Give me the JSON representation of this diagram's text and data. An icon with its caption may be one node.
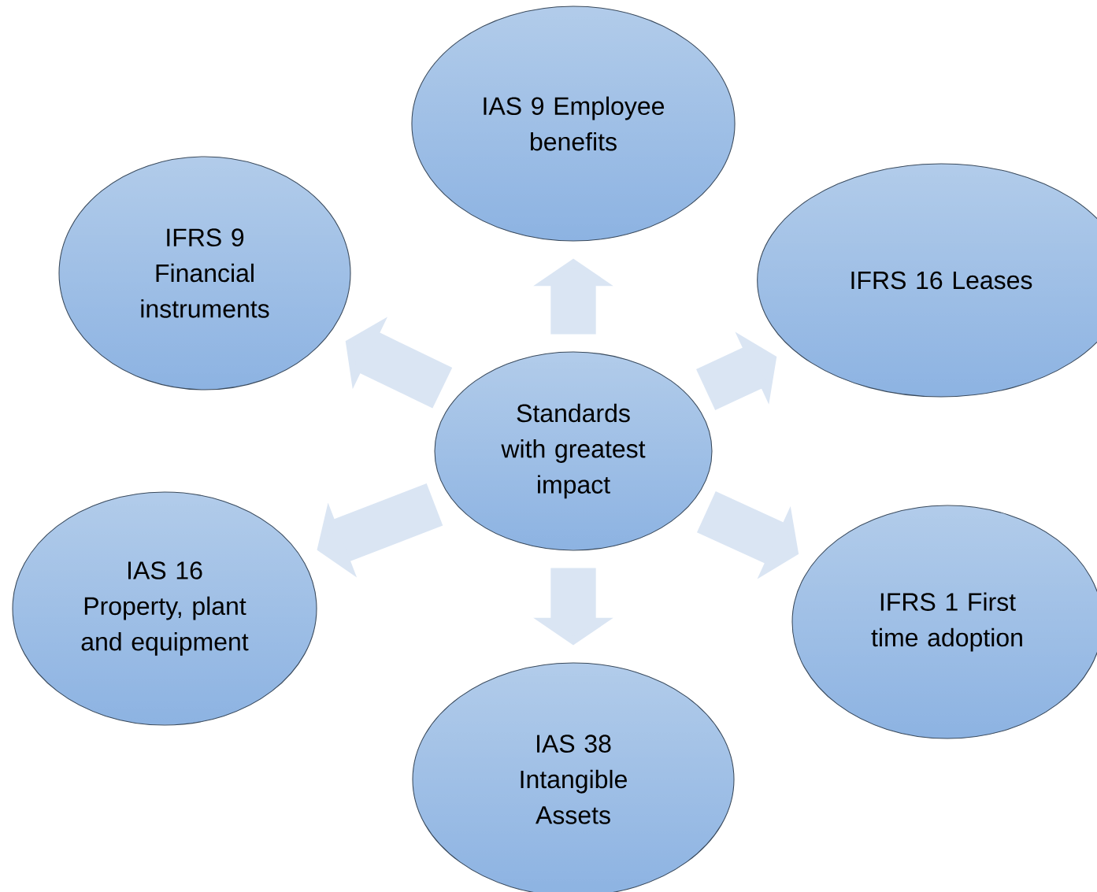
{
  "diagram": {
    "nodes": [
      {
        "text": [
          "Standards with greatest impact"
        ]
      },
      {
        "text": [
          "IAS 9 Employee benefits"
        ]
      },
      {
        "text": [
          "IFRS 16 Leases"
        ]
      },
      {
        "text": [
          "IFRS 1 First time adoption"
        ]
      },
      {
        "text": [
          "IAS 38 Intangible Assets"
        ]
      },
      {
        "text": [
          "IAS 16 Property, plant and equipment"
        ]
      },
      {
        "text": [
          "IFRS 9 Financial instruments"
        ]
      }
    ],
    "edges": [
      {
        "from": 0,
        "to": 1,
        "arrow": "to"
      },
      {
        "from": 0,
        "to": 2,
        "arrow": "to"
      },
      {
        "from": 0,
        "to": 3,
        "arrow": "to"
      },
      {
        "from": 0,
        "to": 4,
        "arrow": "to"
      },
      {
        "from": 0,
        "to": 5,
        "arrow": "to"
      },
      {
        "from": 0,
        "to": 6,
        "arrow": "to"
      }
    ]
  }
}
